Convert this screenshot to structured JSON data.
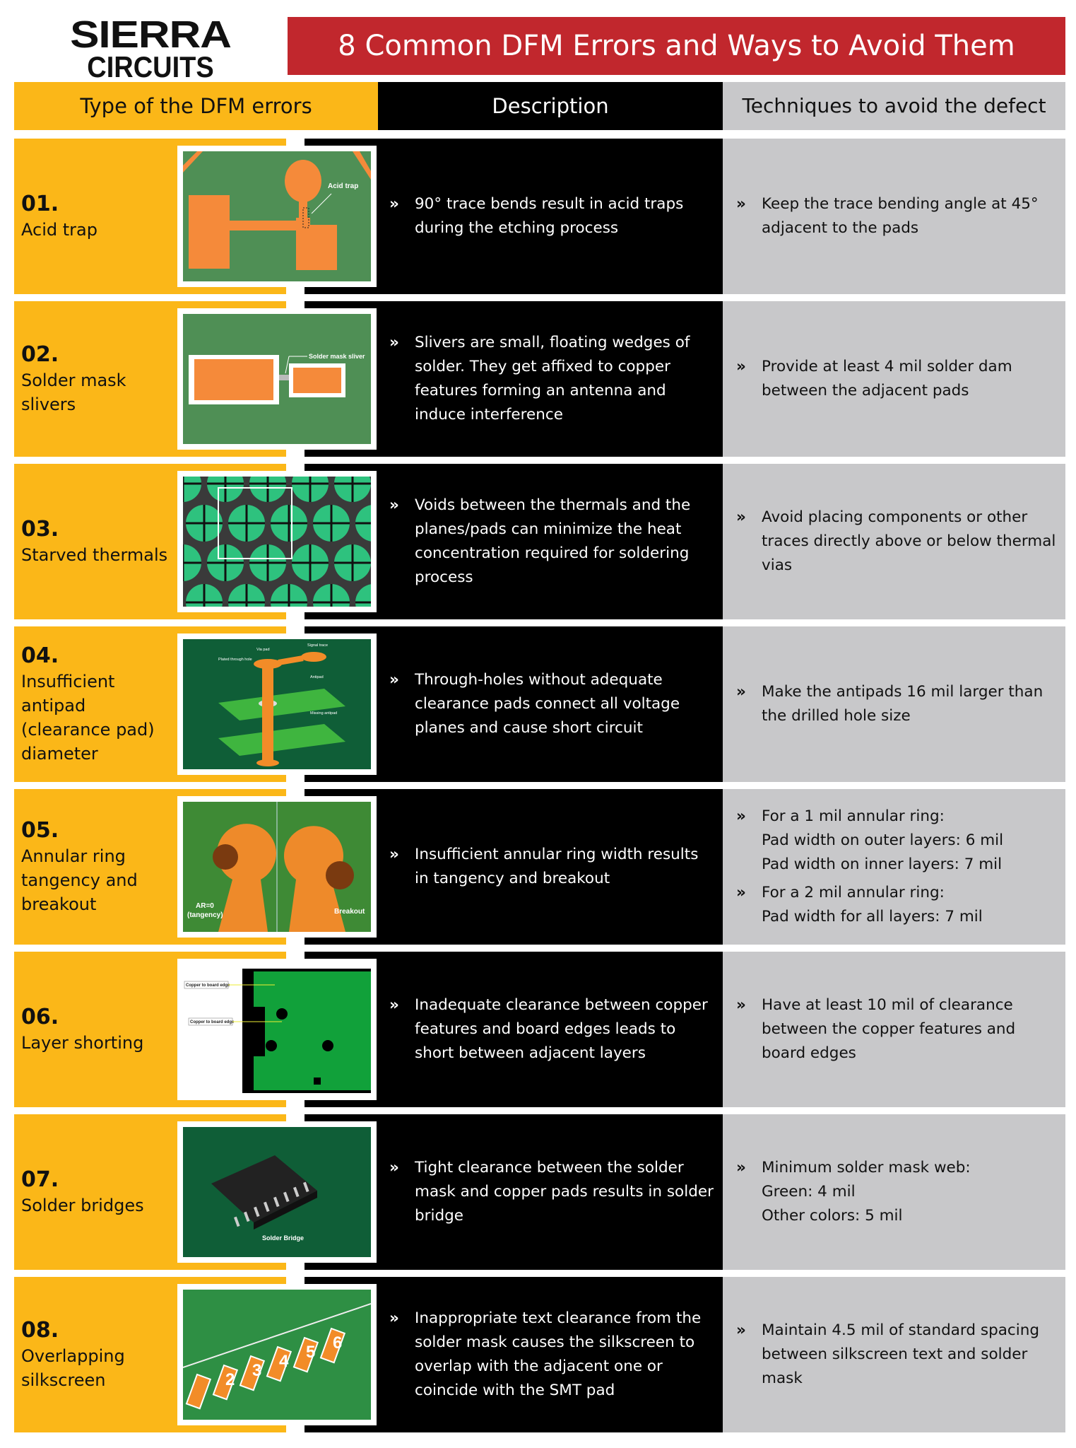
{
  "logo": {
    "line1": "SIERRA",
    "line2": "CIRCUITS"
  },
  "title": "8 Common DFM Errors and Ways to Avoid Them",
  "headers": {
    "type": "Type of the DFM errors",
    "description": "Description",
    "techniques": "Techniques to avoid the defect"
  },
  "bullet": "»",
  "colors": {
    "yellow": "#fbb718",
    "black": "#000000",
    "gray": "#c8c8ca",
    "red": "#c1272d"
  },
  "rows": [
    {
      "num": "01.",
      "name": "Acid trap",
      "description": [
        "90° trace bends result in acid traps during the etching process"
      ],
      "techniques": [
        "Keep the trace bending angle at 45° adjacent to the pads"
      ],
      "image_labels": [
        "Acid trap"
      ]
    },
    {
      "num": "02.",
      "name": "Solder mask slivers",
      "description": [
        "Slivers are small, floating wedges of solder. They get affixed to copper features forming an antenna and induce interference"
      ],
      "techniques": [
        "Provide at least 4 mil solder dam between the adjacent pads"
      ],
      "image_labels": [
        "Solder mask sliver"
      ]
    },
    {
      "num": "03.",
      "name": "Starved thermals",
      "description": [
        "Voids between the thermals and the planes/pads can minimize the heat concentration required for soldering process"
      ],
      "techniques": [
        "Avoid placing components or other traces directly above or below thermal vias"
      ]
    },
    {
      "num": "04.",
      "name": "Insufficient antipad (clearance pad) diameter",
      "description": [
        "Through-holes without adequate clearance pads connect all voltage planes and cause short circuit"
      ],
      "techniques": [
        "Make the antipads 16 mil larger than the drilled hole size"
      ],
      "image_labels": [
        "Via pad",
        "Signal trace",
        "Plated through hole",
        "Antipad",
        "Missing antipad"
      ]
    },
    {
      "num": "05.",
      "name": "Annular ring tangency and breakout",
      "description": [
        "Insufficient annular ring width results in tangency and breakout"
      ],
      "techniques": [
        "For a 1 mil annular ring:\nPad width on outer layers: 6 mil\nPad width on inner layers: 7 mil",
        "For a 2 mil annular ring:\nPad width for all layers: 7 mil"
      ],
      "image_labels": [
        "AR=0",
        "(tangency)",
        "Breakout"
      ]
    },
    {
      "num": "06.",
      "name": "Layer shorting",
      "description": [
        "Inadequate clearance between copper features and board edges leads to short between adjacent layers"
      ],
      "techniques": [
        "Have at least 10 mil of clearance between the copper features and board edges"
      ],
      "image_labels": [
        "Copper to board edge",
        "Copper to board edge"
      ]
    },
    {
      "num": "07.",
      "name": "Solder bridges",
      "description": [
        "Tight clearance between the solder mask and copper pads results in solder bridge"
      ],
      "techniques": [
        "Minimum solder mask web:\nGreen: 4 mil\nOther colors: 5 mil"
      ],
      "image_labels": [
        "Solder Bridge"
      ]
    },
    {
      "num": "08.",
      "name": "Overlapping silkscreen",
      "description": [
        "Inappropriate text clearance from the solder mask causes the silkscreen to overlap with the adjacent one or coincide with the SMT pad"
      ],
      "techniques": [
        "Maintain 4.5 mil of standard spacing between silkscreen text and solder mask"
      ],
      "image_labels": [
        "2",
        "3",
        "4",
        "5",
        "6"
      ]
    }
  ]
}
